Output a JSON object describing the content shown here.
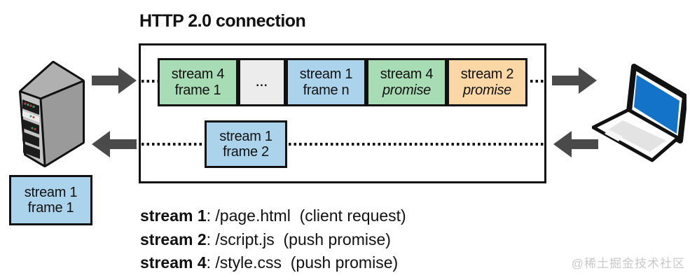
{
  "title": "HTTP 2.0 connection",
  "frames": {
    "top": [
      {
        "line1": "stream 4",
        "line2": "frame 1",
        "color": "#a8dcb4"
      },
      {
        "dots": "...",
        "color": "#ececec"
      },
      {
        "line1": "stream 1",
        "line2": "frame n",
        "color": "#abd4ec"
      },
      {
        "line1": "stream 4",
        "line2": "promise",
        "color": "#a8dcb4"
      },
      {
        "line1": "stream 2",
        "line2": "promise",
        "color": "#fad7a4"
      }
    ],
    "response": {
      "line1": "stream 1",
      "line2": "frame 2",
      "color": "#abd4ec"
    },
    "request": {
      "line1": "stream 1",
      "line2": "frame 1",
      "color": "#abd4ec"
    }
  },
  "legend": [
    {
      "label": "stream 1",
      "value": ": /page.html  (client request)"
    },
    {
      "label": "stream 2",
      "value": ": /script.js  (push promise)"
    },
    {
      "label": "stream 4",
      "value": ": /style.css  (push promise)"
    }
  ],
  "watermark": "@稀土掘金技术社区",
  "colors": {
    "frame_green": "#a8dcb4",
    "frame_blue": "#abd4ec",
    "frame_orange": "#fad7a4",
    "frame_gray": "#ececec",
    "arrow_gray": "#4a4a4a",
    "laptop_screen_blue": "#1273c8",
    "outline_black": "#111111"
  }
}
